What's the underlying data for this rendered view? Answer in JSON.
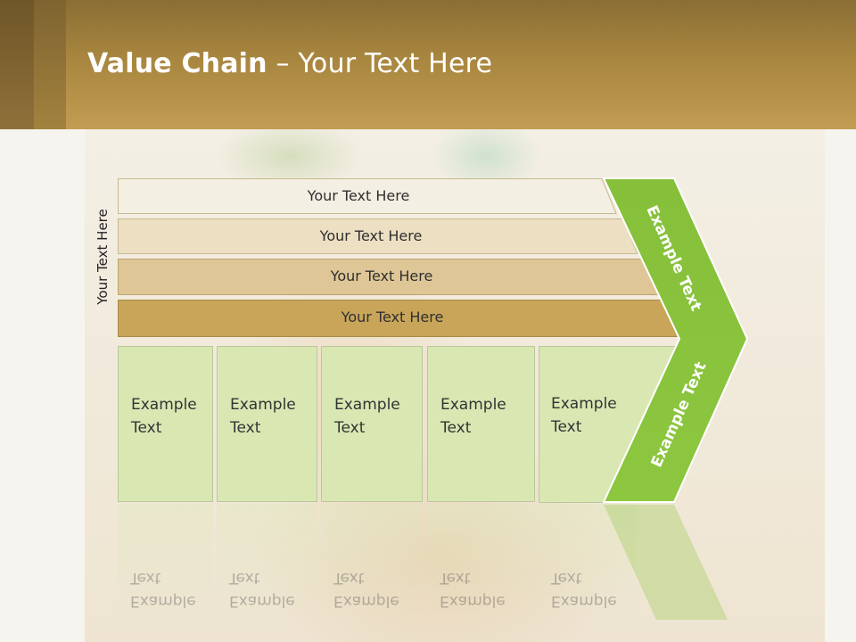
{
  "title": {
    "bold": "Value Chain",
    "rest": " – Your Text Here"
  },
  "side_label": "Your Text Here",
  "banners": [
    {
      "label": "Your Text Here",
      "color": "#f4efe3"
    },
    {
      "label": "Your Text Here",
      "color": "#ecdfc2"
    },
    {
      "label": "Your Text Here",
      "color": "#dfc697"
    },
    {
      "label": "Your Text Here",
      "color": "#c9a55a"
    }
  ],
  "columns": [
    {
      "label": "Example\nText"
    },
    {
      "label": "Example\nText"
    },
    {
      "label": "Example\nText"
    },
    {
      "label": "Example\nText"
    },
    {
      "label": "Example\nText"
    }
  ],
  "arrow": {
    "top_label": "Example Text",
    "bottom_label": "Example Text",
    "color": "#8dc63f"
  },
  "colors": {
    "header": "#a8863f",
    "column_fill": "#d9e8b3"
  }
}
